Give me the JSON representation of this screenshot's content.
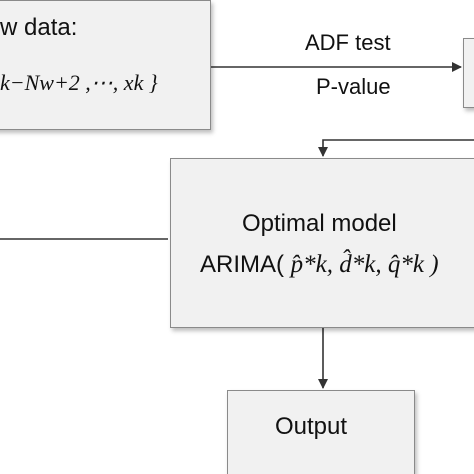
{
  "nodes": {
    "window_data": {
      "title": "w data:",
      "set_text": "k−Nw+2 ,⋯, xk }"
    },
    "optimal_model": {
      "line1": "Optimal model",
      "line2_prefix": "ARIMA(",
      "line2_params": "p̂*k, d̂*k, q̂*k )"
    },
    "output": {
      "label": "Output"
    }
  },
  "edges": {
    "adf_test_label": "ADF test",
    "p_value_label": "P-value"
  },
  "colors": {
    "box_fill": "#f1f1f1",
    "box_border": "#8a8a8a",
    "line": "#333333"
  }
}
